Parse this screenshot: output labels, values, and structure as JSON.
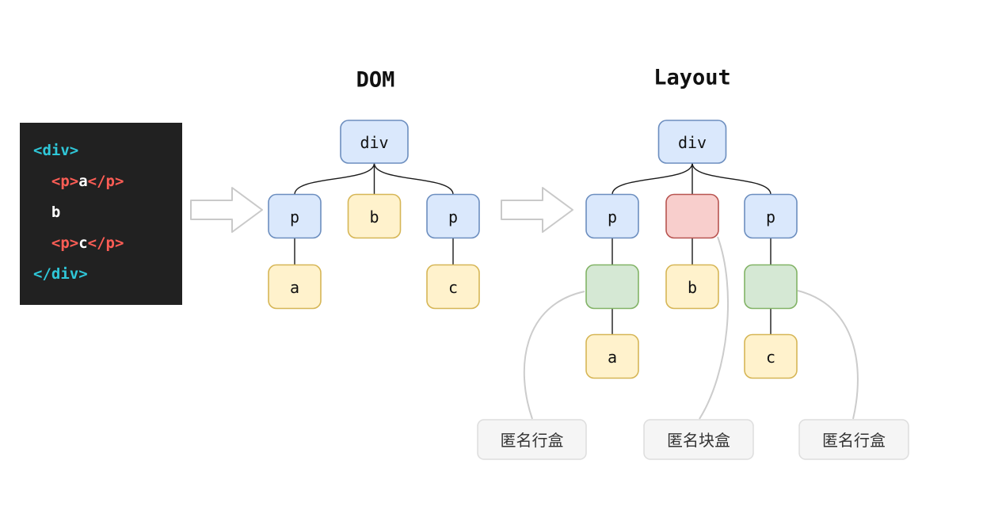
{
  "titles": {
    "dom": "DOM",
    "layout": "Layout"
  },
  "code": {
    "line1": {
      "open_tag": "<div>"
    },
    "line2": {
      "indent": "  ",
      "open_tag": "<p>",
      "text": "a",
      "close_tag": "</p>"
    },
    "line3": {
      "indent": "  ",
      "text": "b"
    },
    "line4": {
      "indent": "  ",
      "open_tag": "<p>",
      "text": "c",
      "close_tag": "</p>"
    },
    "line5": {
      "close_tag": "</div>"
    }
  },
  "dom_tree": {
    "root": "div",
    "p_left": "p",
    "b": "b",
    "p_right": "p",
    "a": "a",
    "c": "c"
  },
  "layout_tree": {
    "root": "div",
    "p_left": "p",
    "p_right": "p",
    "b": "b",
    "a": "a",
    "c": "c"
  },
  "annotations": {
    "anon_inline_left": "匿名行盒",
    "anon_block": "匿名块盒",
    "anon_inline_right": "匿名行盒"
  },
  "colors": {
    "node_blue_fill": "#dae8fc",
    "node_blue_stroke": "#6c8ebf",
    "node_yellow_fill": "#fff2cc",
    "node_yellow_stroke": "#d6b656",
    "node_red_fill": "#f8cecc",
    "node_red_stroke": "#b85450",
    "node_green_fill": "#d5e8d4",
    "node_green_stroke": "#82b366",
    "annotation_fill": "#f5f5f5",
    "annotation_stroke": "#dddddd",
    "code_background": "#212121",
    "code_div_tag": "#2fc7d8",
    "code_p_tag": "#fc5d55",
    "code_plain_text": "#ffffff",
    "connector": "#cccccc",
    "tree_edge": "#1a1a1a",
    "arrow_outline": "#c9c9c9"
  }
}
